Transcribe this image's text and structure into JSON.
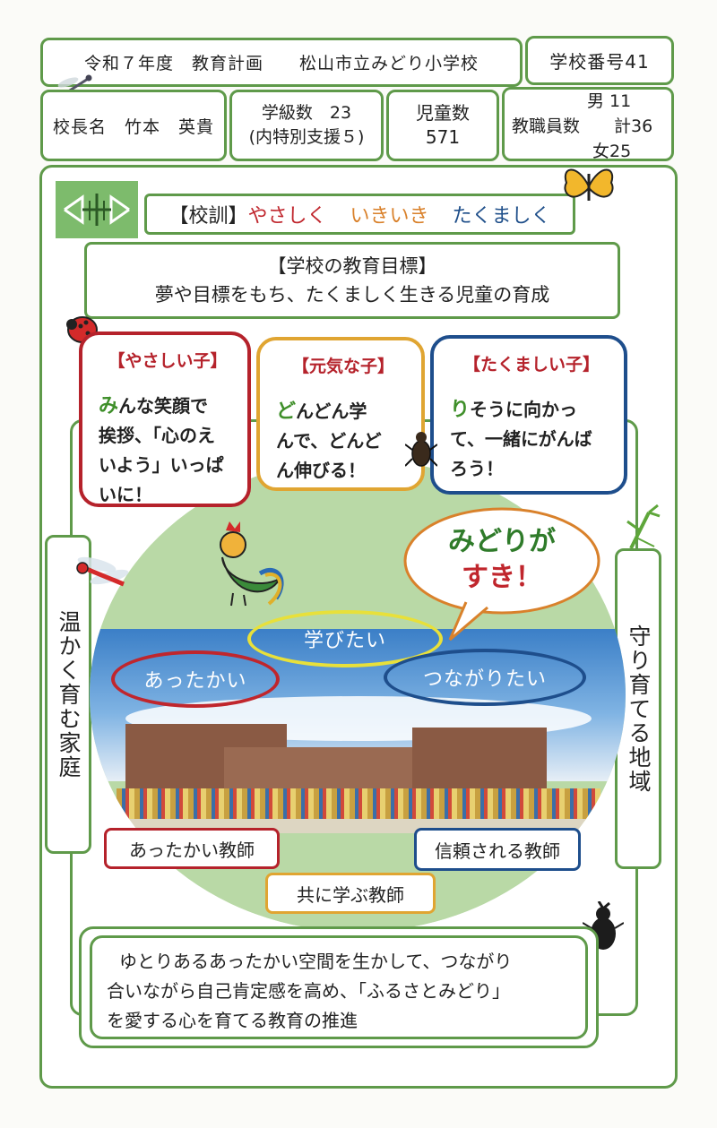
{
  "header": {
    "plan_title": "令和７年度　教育計画　　松山市立みどり小学校",
    "school_number": "学校番号41",
    "principal": "校長名　竹本　英貴",
    "classes_line1": "学級数　23",
    "classes_line2": "(内特別支援５)",
    "students_label": "児童数",
    "students_value": "571",
    "staff_label": "教職員数",
    "staff_male": "男 11",
    "staff_total": "計36",
    "staff_female": "女25"
  },
  "motto": {
    "label": "【校訓】",
    "word1": "やさしく",
    "word2": "いきいき",
    "word3": "たくましく",
    "color1": "#c0262d",
    "color2": "#d9812b",
    "color3": "#1f4f8a"
  },
  "goal": {
    "title": "【学校の教育目標】",
    "text": "夢や目標をもち、たくましく生きる児童の育成"
  },
  "children": [
    {
      "title": "【やさしい子】",
      "first": "み",
      "line1_rest": "んな笑顔で",
      "line2": "挨拶、「心のえ",
      "line3": "いよう」いっぱ",
      "line4": "いに！",
      "color": "#b5222b"
    },
    {
      "title": "【元気な子】",
      "first": "ど",
      "line1_rest": "んどん学",
      "line2": "んで、どんど",
      "line3": "ん伸びる！",
      "color": "#e0a532"
    },
    {
      "title": "【たくましい子】",
      "first": "り",
      "line1_rest": "そうに向かっ",
      "line2": "て、一緒にがんば",
      "line3": "ろう！",
      "color": "#1e4e8c"
    }
  ],
  "side": {
    "left": "温かく育む家庭",
    "right": "守り育てる地域"
  },
  "center": {
    "speech_line1": "みどりが",
    "speech_line2": "すき！",
    "learn": "学びたい",
    "warm": "あったかい",
    "connect": "つながりたい"
  },
  "teachers": {
    "warm": "あったかい教師",
    "trusted": "信頼される教師",
    "together": "共に学ぶ教師"
  },
  "bottom": {
    "line1": "ゆとりあるあったかい空間を生かして、つながり",
    "line2": "合いながら自己肯定感を高め、「ふるさとみどり」",
    "line3": "を愛する心を育てる教育の推進"
  }
}
